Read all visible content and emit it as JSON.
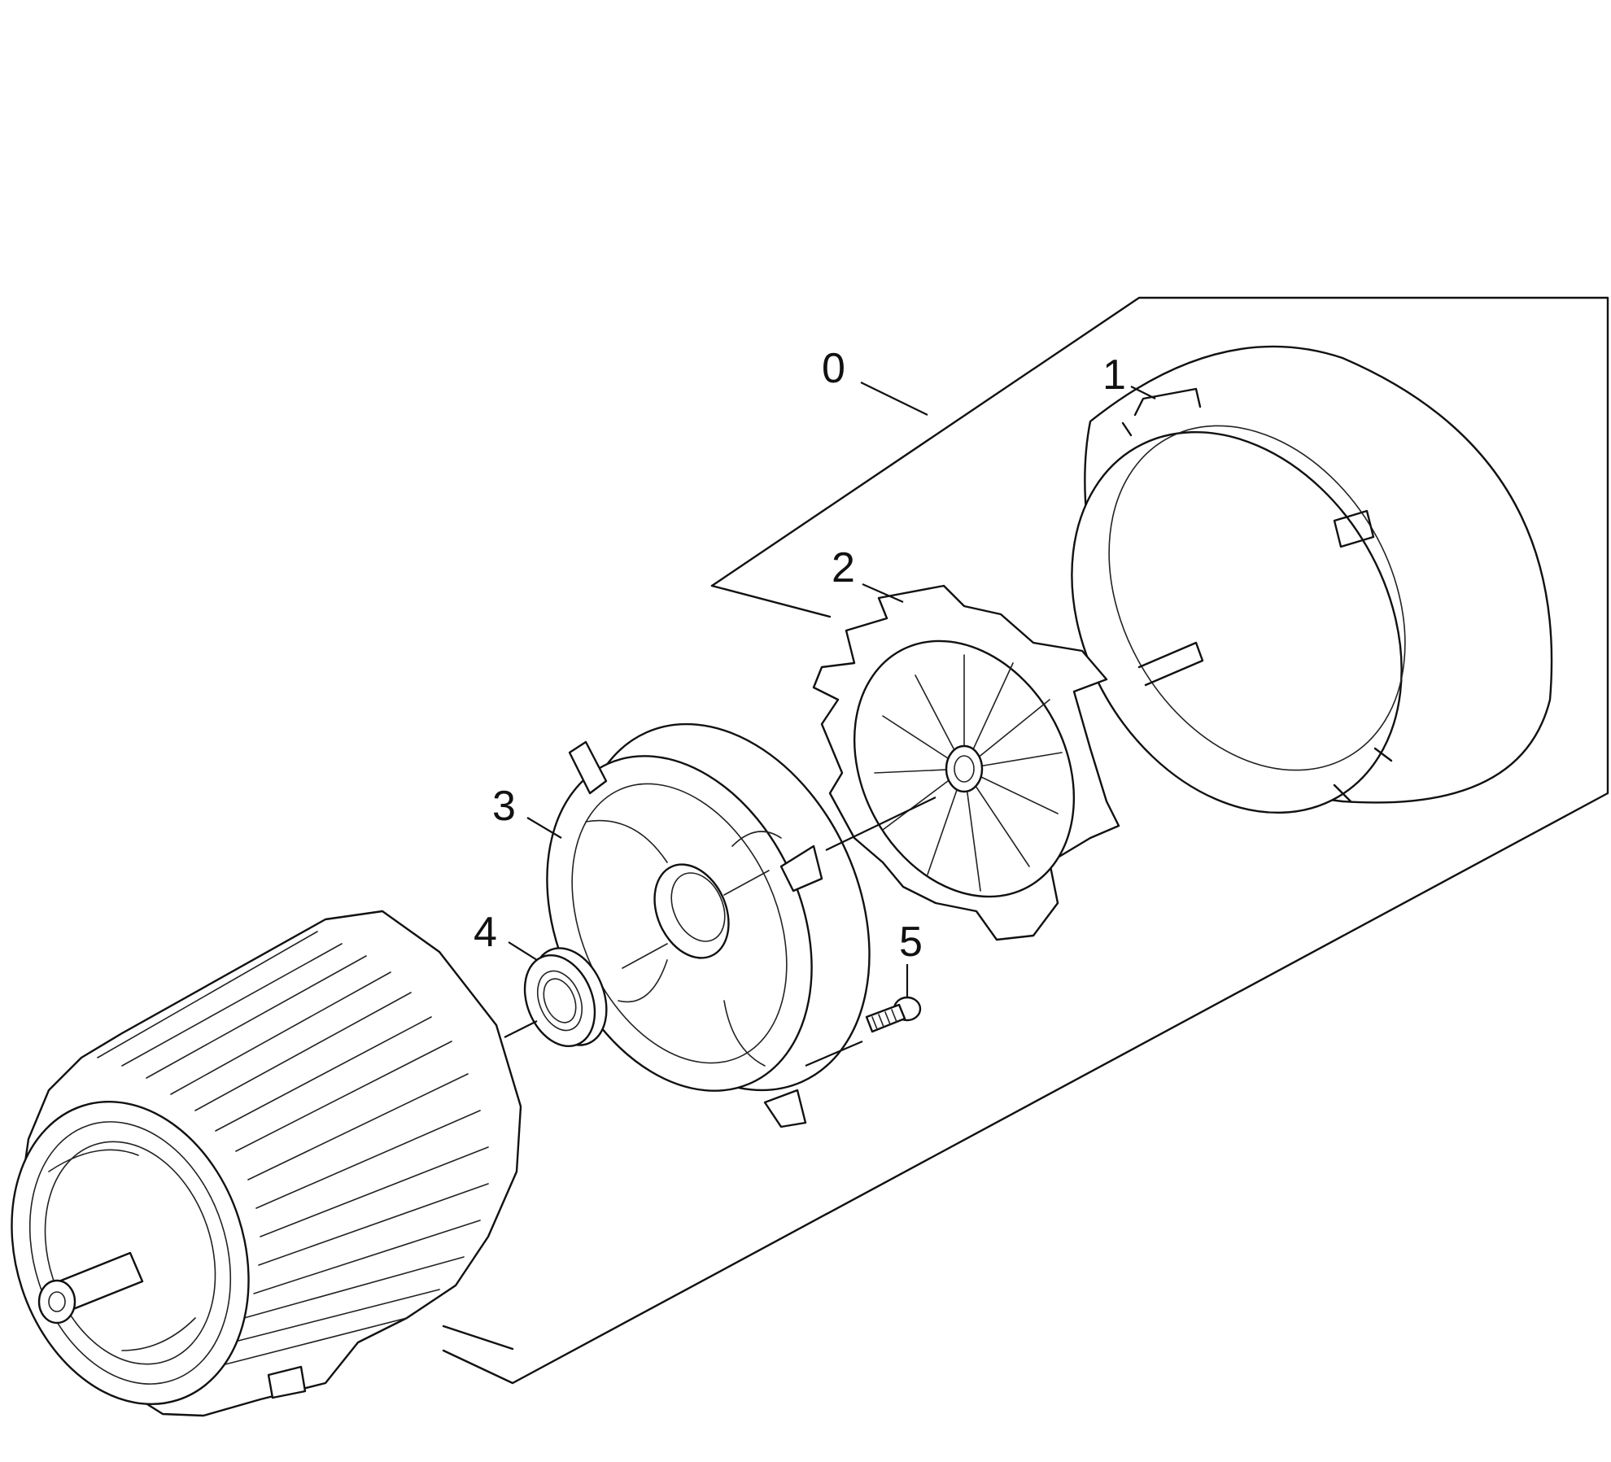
{
  "parts": [
    {
      "number": "0",
      "id": "motor-assembly"
    },
    {
      "number": "1",
      "id": "fan-cover"
    },
    {
      "number": "2",
      "id": "fan-impeller"
    },
    {
      "number": "3",
      "id": "motor-end-shield"
    },
    {
      "number": "4",
      "id": "ball-bearing"
    },
    {
      "number": "5",
      "id": "screw"
    }
  ],
  "colors": {
    "line": "#111111",
    "background": "#ffffff"
  }
}
